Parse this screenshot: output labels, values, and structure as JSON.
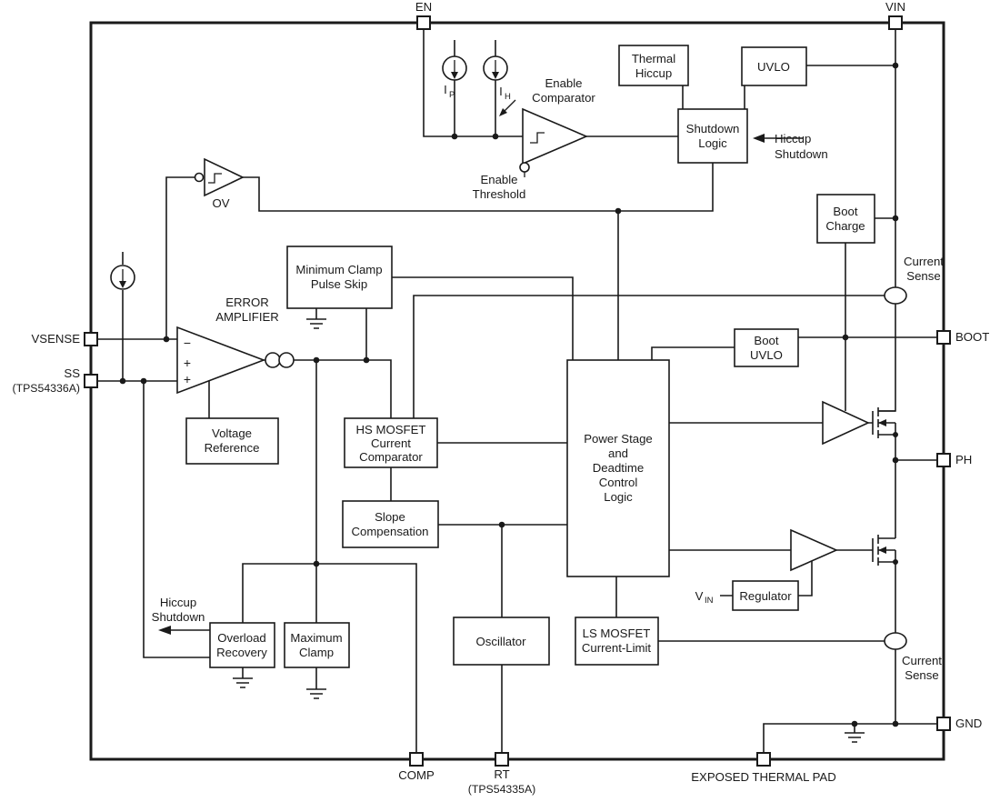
{
  "pins": {
    "en": "EN",
    "vin": "VIN",
    "vsense": "VSENSE",
    "ss": "SS",
    "ss_note": "(TPS54336A)",
    "boot": "BOOT",
    "ph": "PH",
    "gnd": "GND",
    "comp": "COMP",
    "rt": "RT",
    "rt_note": "(TPS54335A)",
    "thermal_pad": "EXPOSED THERMAL PAD"
  },
  "blocks": {
    "thermal_hiccup": {
      "l1": "Thermal",
      "l2": "Hiccup"
    },
    "uvlo": {
      "l1": "UVLO"
    },
    "shutdown_logic": {
      "l1": "Shutdown",
      "l2": "Logic"
    },
    "boot_charge": {
      "l1": "Boot",
      "l2": "Charge"
    },
    "min_clamp": {
      "l1": "Minimum Clamp",
      "l2": "Pulse Skip"
    },
    "boot_uvlo": {
      "l1": "Boot",
      "l2": "UVLO"
    },
    "voltage_ref": {
      "l1": "Voltage",
      "l2": "Reference"
    },
    "hs_comparator": {
      "l1": "HS MOSFET",
      "l2": "Current",
      "l3": "Comparator"
    },
    "power_stage": {
      "l1": "Power Stage",
      "l2": "and",
      "l3": "Deadtime",
      "l4": "Control",
      "l5": "Logic"
    },
    "slope_comp": {
      "l1": "Slope",
      "l2": "Compensation"
    },
    "overload_recovery": {
      "l1": "Overload",
      "l2": "Recovery"
    },
    "maximum_clamp": {
      "l1": "Maximum",
      "l2": "Clamp"
    },
    "oscillator": {
      "l1": "Oscillator"
    },
    "ls_current_limit": {
      "l1": "LS MOSFET",
      "l2": "Current-Limit"
    },
    "regulator": {
      "l1": "Regulator"
    }
  },
  "labels": {
    "enable_comparator": {
      "l1": "Enable",
      "l2": "Comparator"
    },
    "enable_threshold": {
      "l1": "Enable",
      "l2": "Threshold"
    },
    "error_amplifier": {
      "l1": "ERROR",
      "l2": "AMPLIFIER"
    },
    "ov": "OV",
    "hiccup_shutdown_top": {
      "l1": "Hiccup",
      "l2": "Shutdown"
    },
    "hiccup_shutdown_left": {
      "l1": "Hiccup",
      "l2": "Shutdown"
    },
    "current_sense_top": {
      "l1": "Current",
      "l2": "Sense"
    },
    "current_sense_bottom": {
      "l1": "Current",
      "l2": "Sense"
    },
    "ip": {
      "main": "I",
      "sub": "P"
    },
    "ih": {
      "main": "I",
      "sub": "H"
    },
    "vin_internal": {
      "main": "V",
      "sub": "IN"
    },
    "ea_minus": "−",
    "ea_plus_mid": "+",
    "ea_plus_bot": "+"
  },
  "colors": {
    "line": "#1a1a1a",
    "background": "#ffffff"
  }
}
